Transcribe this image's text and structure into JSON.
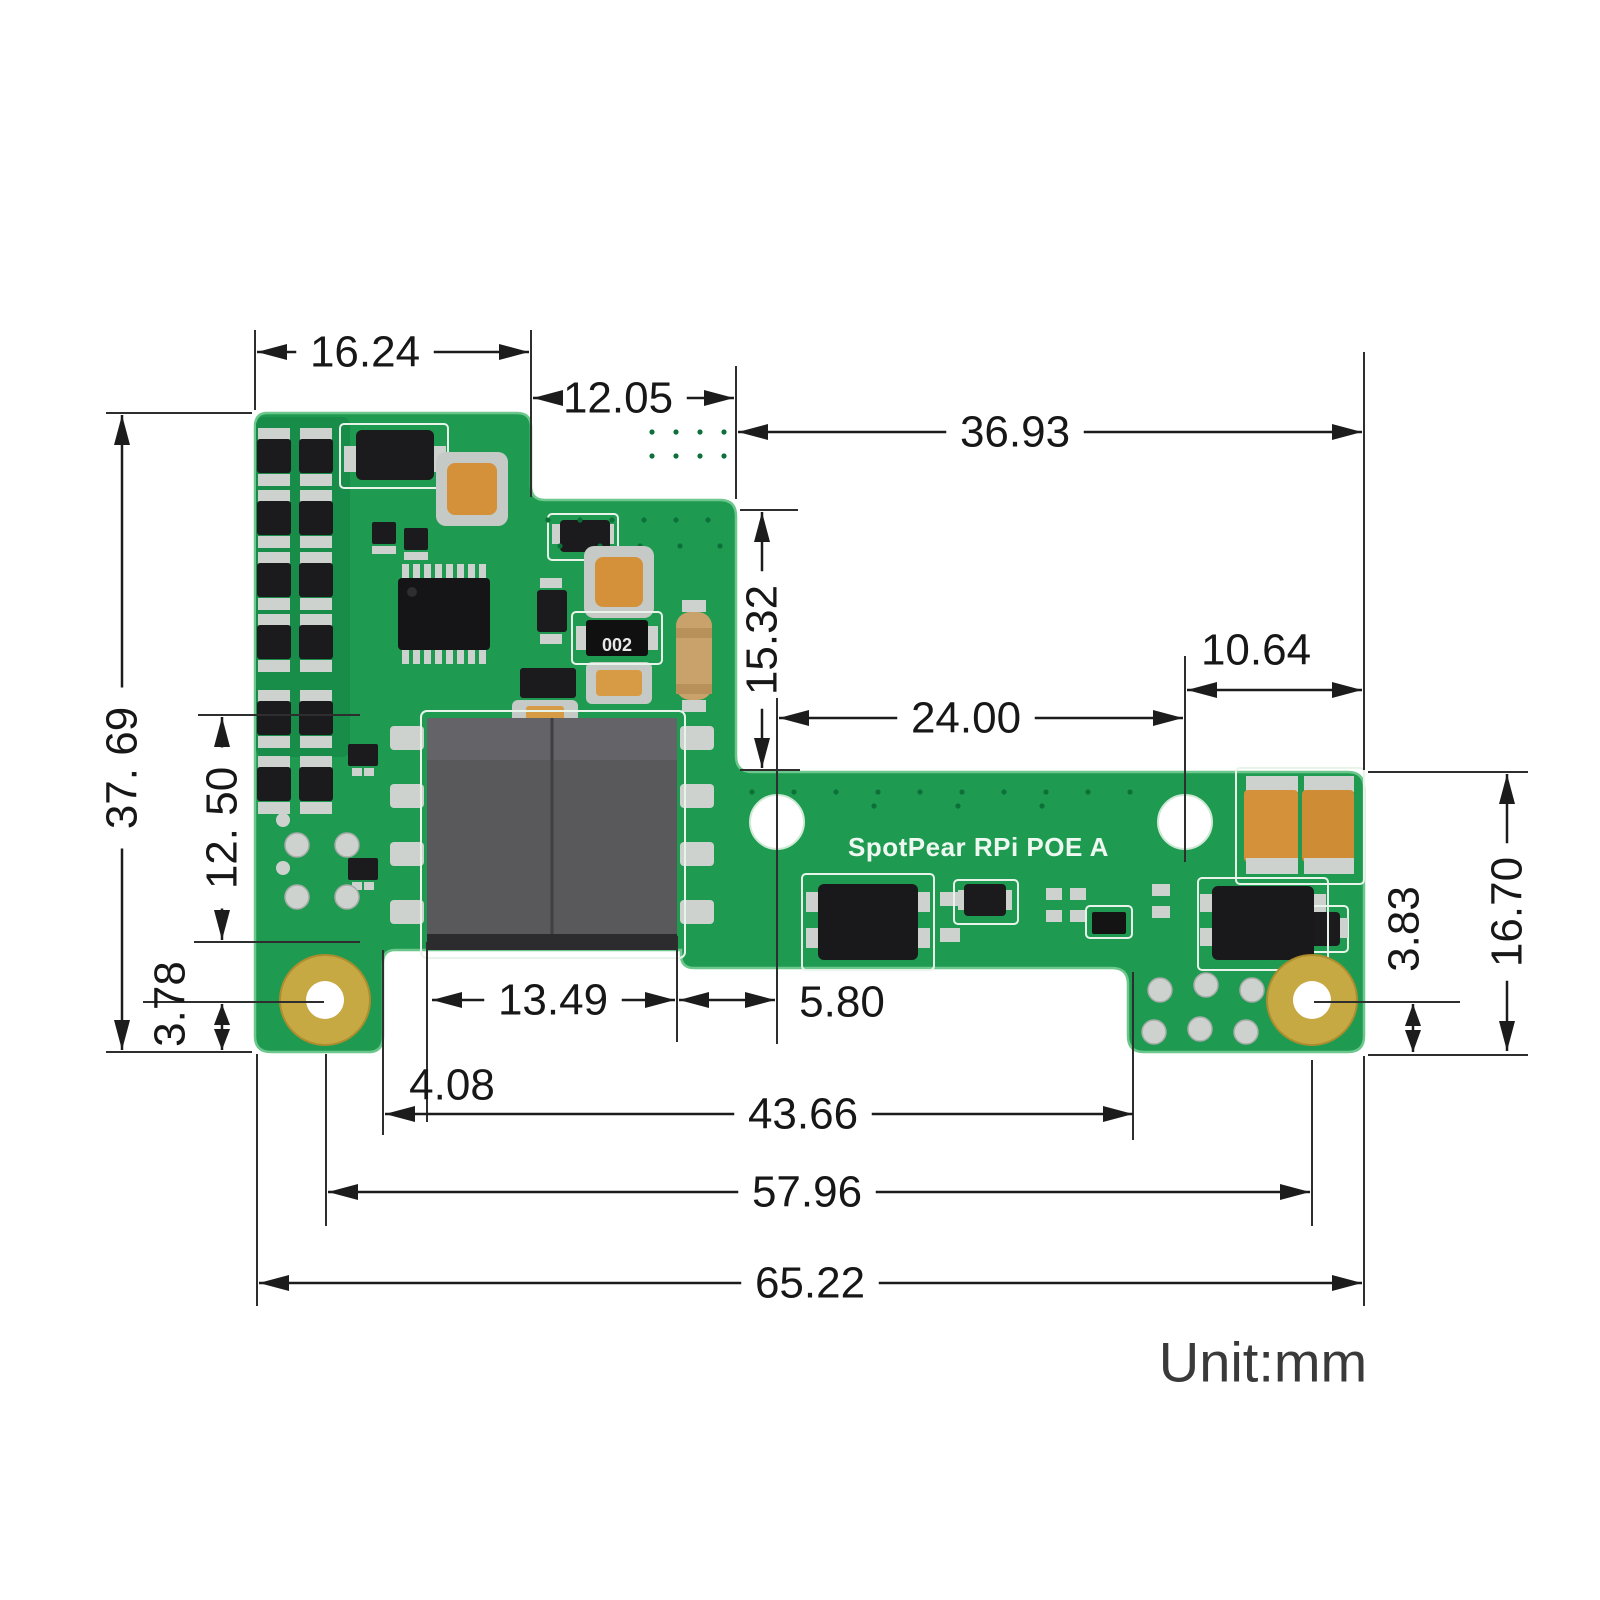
{
  "diagram": {
    "title": "SpotPear RPi POE A board dimensional drawing",
    "unit_note": "Unit:mm",
    "silkscreen": "SpotPear  RPi POE A",
    "resistor_marking": "002",
    "dimensions_mm": [
      {
        "id": "width-top-left-block",
        "label": "16.24"
      },
      {
        "id": "width-top-step",
        "label": "12.05"
      },
      {
        "id": "width-top-right",
        "label": "36.93"
      },
      {
        "id": "height-step-to-arm",
        "label": "15.32"
      },
      {
        "id": "spacing-arm-holes",
        "label": "24.00"
      },
      {
        "id": "arm-hole-to-right-edge",
        "label": "10.64"
      },
      {
        "id": "height-board",
        "label": "37. 69"
      },
      {
        "id": "height-left-feature",
        "label": "12. 50"
      },
      {
        "id": "hole-left-to-bottom",
        "label": "3.78"
      },
      {
        "id": "width-transformer",
        "label": "13.49"
      },
      {
        "id": "transformer-to-hole",
        "label": "5.80"
      },
      {
        "id": "tab-to-transformer",
        "label": "4.08"
      },
      {
        "id": "width-notch",
        "label": "43.66"
      },
      {
        "id": "spacing-mount-holes",
        "label": "57.96"
      },
      {
        "id": "width-board",
        "label": "65.22"
      },
      {
        "id": "hole-right-to-bottom",
        "label": "3.83"
      },
      {
        "id": "height-arm",
        "label": "16.70"
      }
    ],
    "colors": {
      "board_green": "#1e9b51",
      "board_edge": "#6cc78c",
      "dimension_ink": "#1c1c1c",
      "gold_pad": "#c7a944",
      "component_black": "#1b1b1d",
      "capacitor_orange": "#d4913a",
      "pad_silver": "#ced2ce",
      "transformer_gray": "#59595c",
      "silkscreen_white": "#eef8f1"
    }
  }
}
